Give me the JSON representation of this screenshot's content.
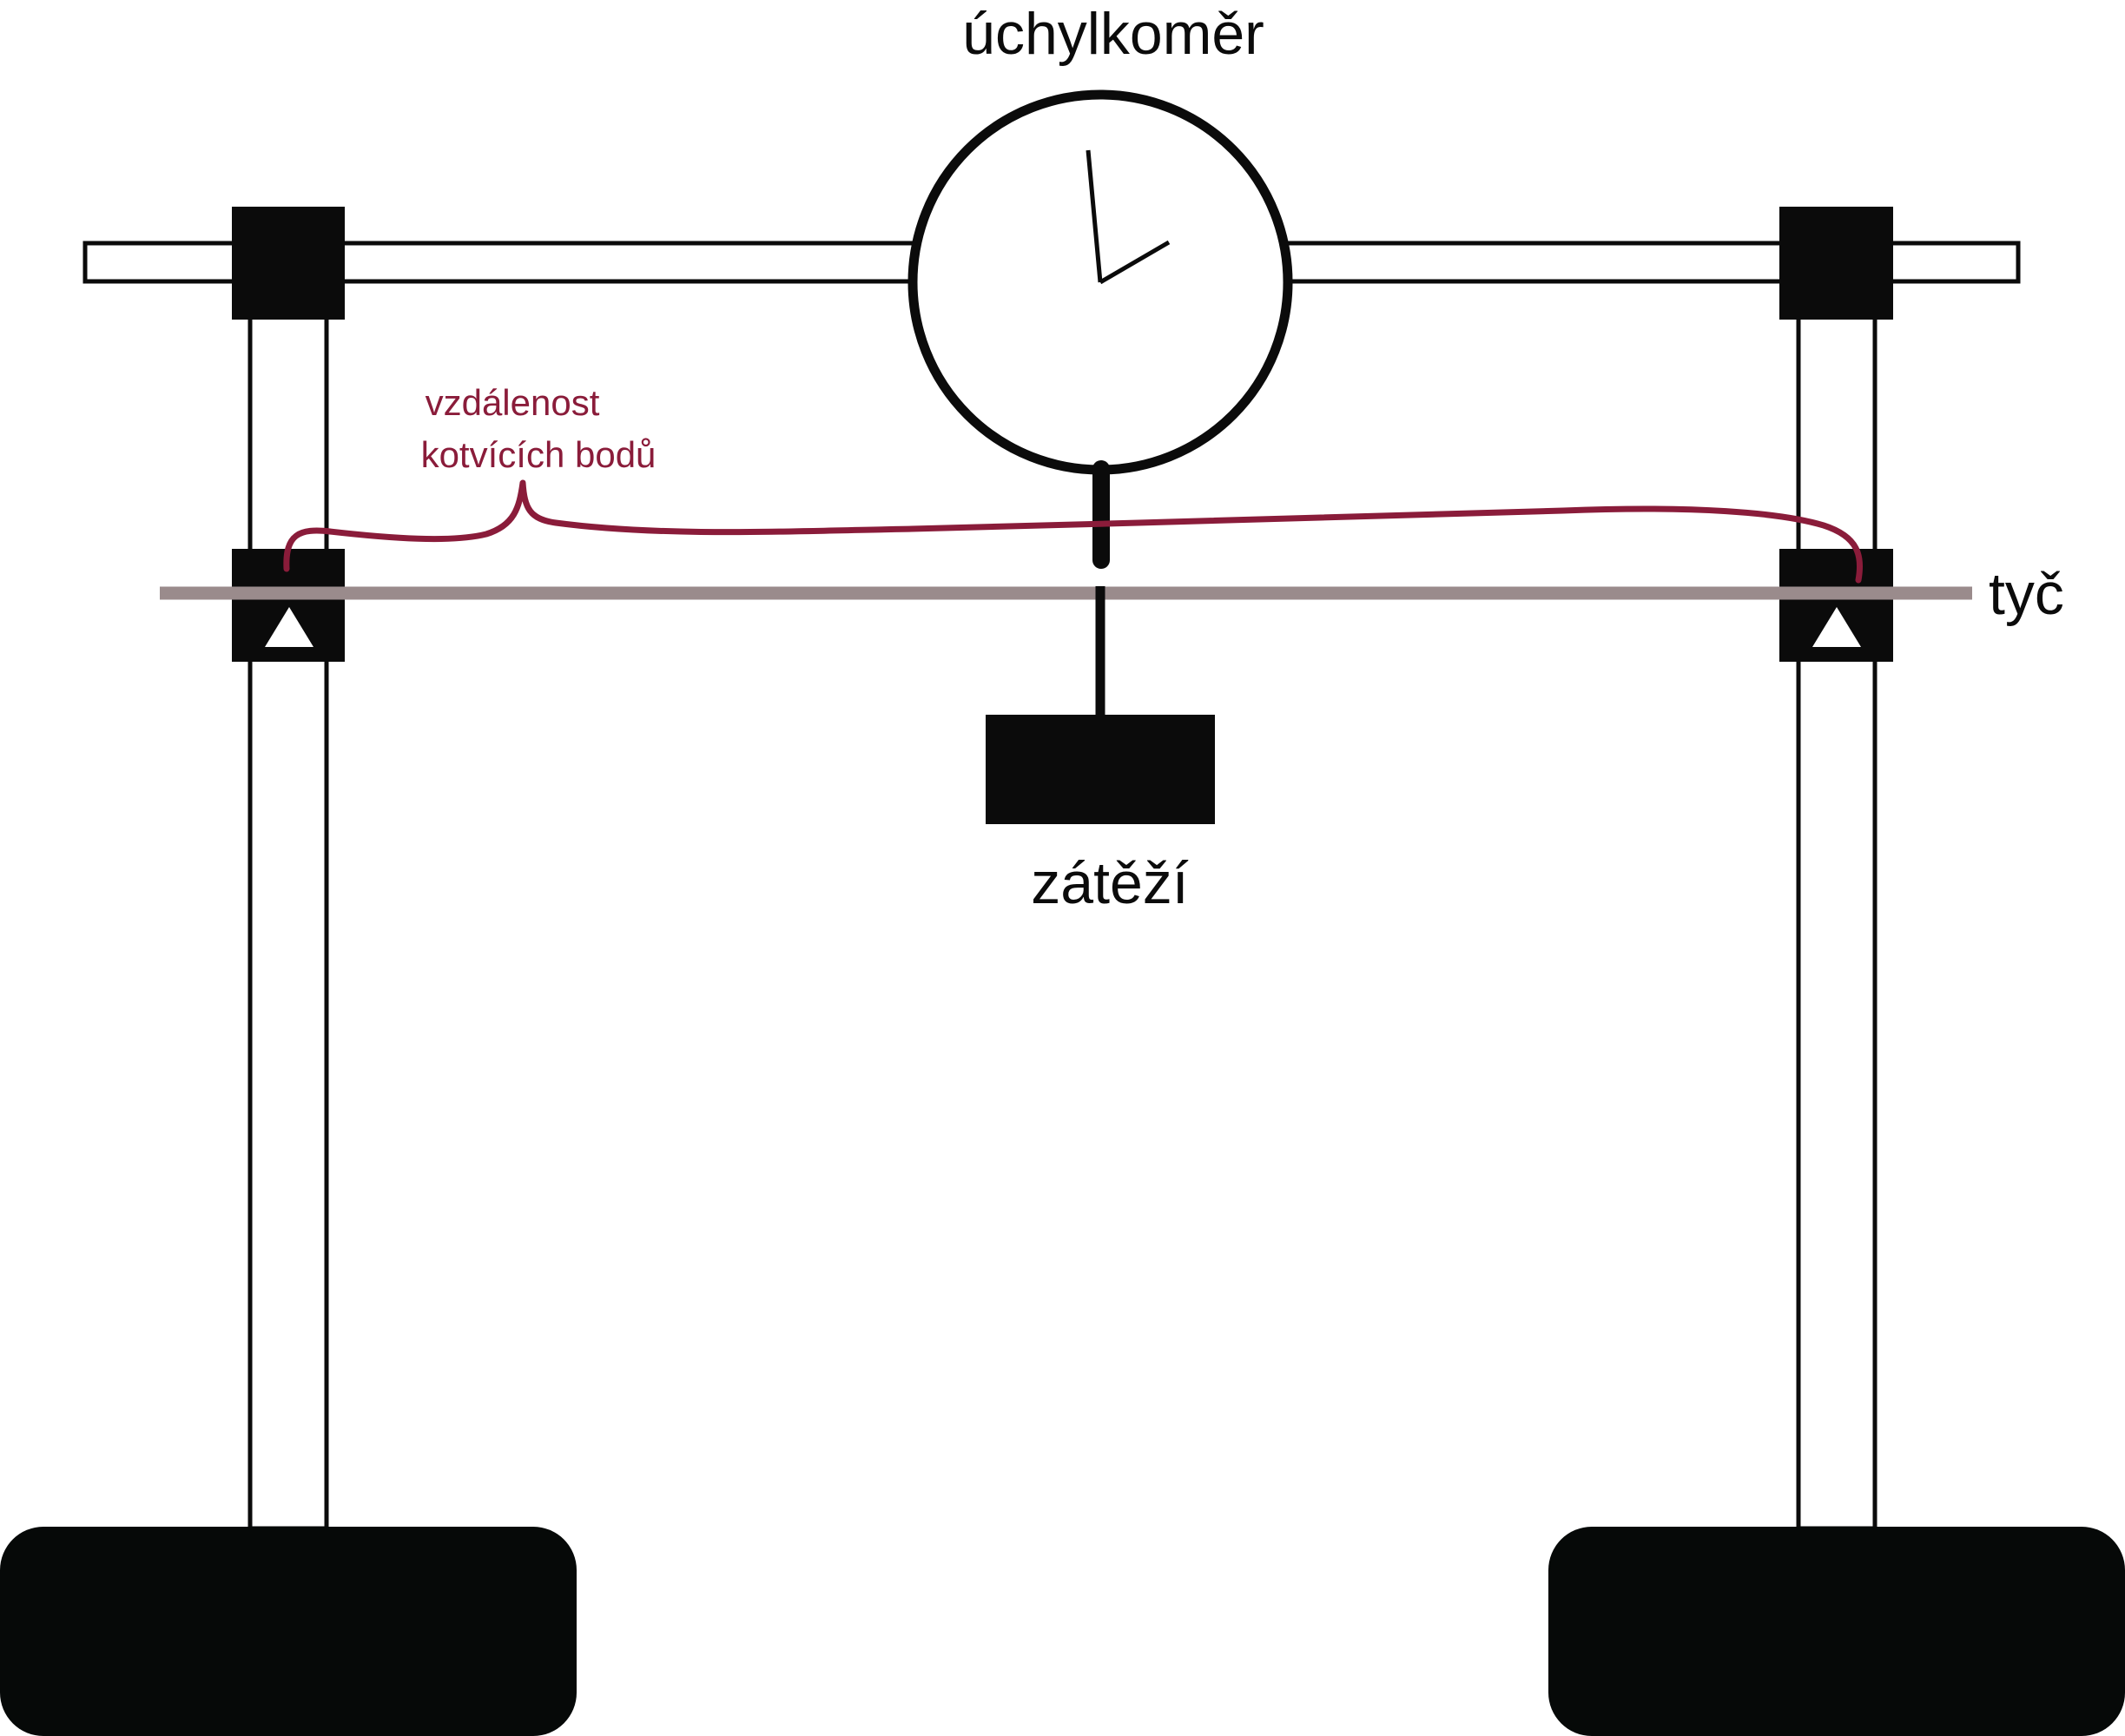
{
  "labels": {
    "gauge": "úchylkoměr",
    "rod": "tyč",
    "load": "zátěží",
    "distance_line1": "vzdálenost",
    "distance_line2": "kotvících bodů"
  },
  "colors": {
    "frame": "#0b0b0b",
    "base": "#060908",
    "rod": "#9a8b8c",
    "brace": "#8a1c3a",
    "background": "#ffffff"
  }
}
